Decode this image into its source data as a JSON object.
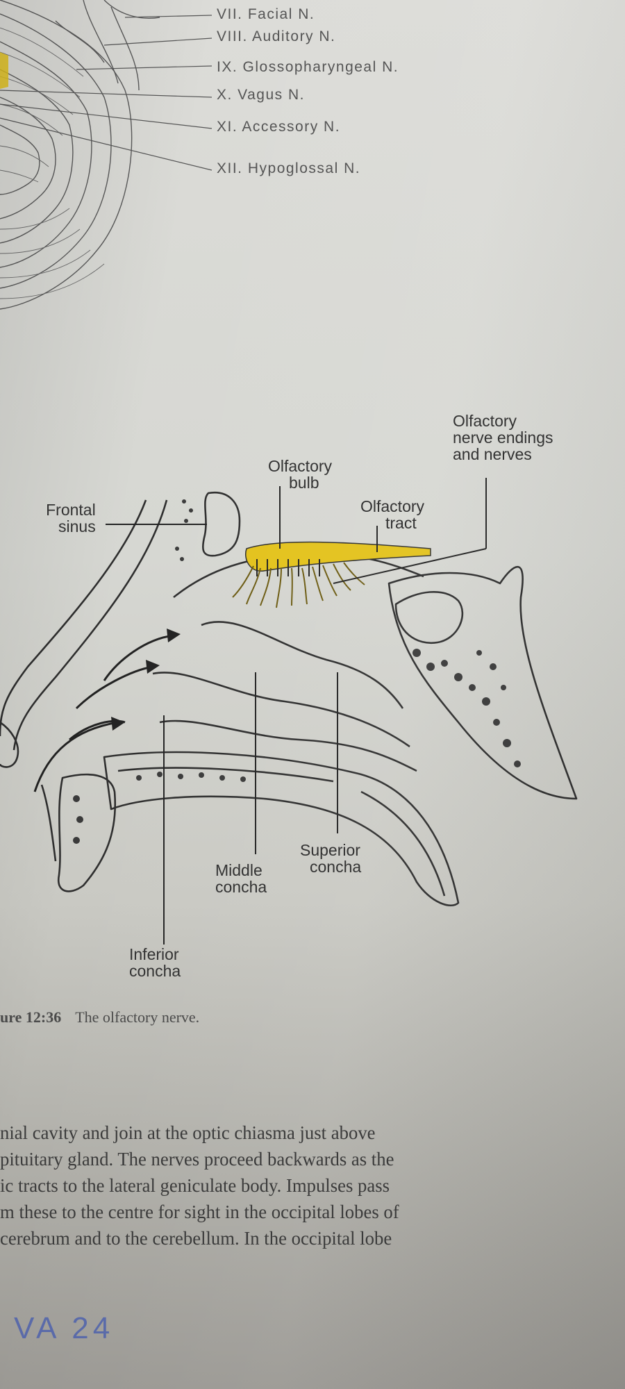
{
  "cranial_nerves": [
    {
      "label": "VII. Facial N."
    },
    {
      "label": "VIII. Auditory N."
    },
    {
      "label": "IX. Glossopharyngeal N."
    },
    {
      "label": "X. Vagus N."
    },
    {
      "label": "XI. Accessory N."
    },
    {
      "label": "XII. Hypoglossal N."
    }
  ],
  "diagram": {
    "labels": {
      "olfactory_endings": [
        "Olfactory",
        "nerve endings",
        "and nerves"
      ],
      "olfactory_bulb": [
        "Olfactory",
        "bulb"
      ],
      "olfactory_tract": [
        "Olfactory",
        "tract"
      ],
      "frontal_sinus": [
        "Frontal",
        "sinus"
      ],
      "middle_concha": [
        "Middle",
        "concha"
      ],
      "superior_concha": [
        "Superior",
        "concha"
      ],
      "inferior_concha": [
        "Inferior",
        "concha"
      ]
    },
    "highlight_color": "#e3c21b"
  },
  "caption": {
    "figure_number": "ure 12:36",
    "text": "The olfactory nerve."
  },
  "body_text": [
    "nial cavity and join at the optic chiasma just above",
    " pituitary gland. The nerves proceed backwards as the",
    "ic tracts to the lateral geniculate body. Impulses pass",
    "m these to the centre for sight in the occipital lobes of",
    " cerebrum and to the cerebellum. In the occipital lobe"
  ],
  "handwriting": "VA 24"
}
